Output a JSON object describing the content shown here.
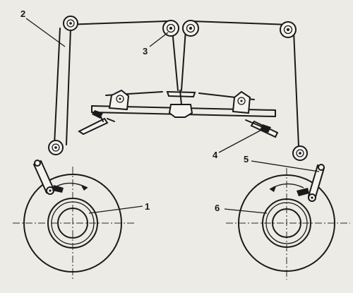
{
  "labels": {
    "n1": "1",
    "n2": "2",
    "n3": "3",
    "n4": "4",
    "n5": "5",
    "n6": "6"
  }
}
